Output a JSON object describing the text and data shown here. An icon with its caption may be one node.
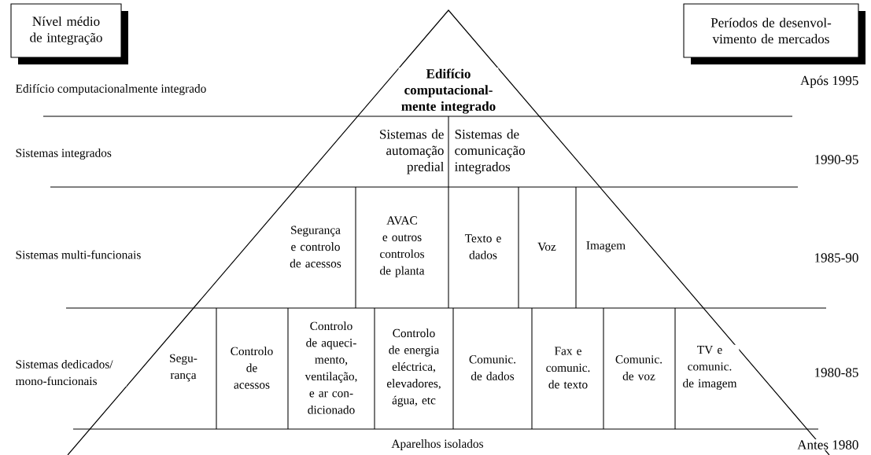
{
  "diagram": {
    "nodes": [
      {
        "text": [
          "Nível médio de integração"
        ]
      },
      {
        "text": [
          "Períodos de desenvol- vimento de mercados"
        ]
      },
      {
        "text": [
          "Edifício computacional- mente integrado"
        ]
      },
      {
        "text": [
          "Sistemas de automação predial"
        ]
      },
      {
        "text": [
          "Sistemas de comunicação integrados"
        ]
      },
      {
        "text": [
          "Segurança e controlo de acessos"
        ]
      },
      {
        "text": [
          "AVAC e outros controlos de planta"
        ]
      },
      {
        "text": [
          "Texto e dados"
        ]
      },
      {
        "text": [
          "Voz"
        ]
      },
      {
        "text": [
          "Imagem"
        ]
      },
      {
        "text": [
          "Segu- rança"
        ]
      },
      {
        "text": [
          "Controlo de acessos"
        ]
      },
      {
        "text": [
          "Controlo de aqueci- mento, ventilação, e ar con- dicionado"
        ]
      },
      {
        "text": [
          "Controlo de energia eléctrica, elevadores, água, etc"
        ]
      },
      {
        "text": [
          "Comunic. de dados"
        ]
      },
      {
        "text": [
          "Fax e comunic. de texto"
        ]
      },
      {
        "text": [
          "Comunic. de voz"
        ]
      },
      {
        "text": [
          "TV e comunic. de imagem"
        ]
      }
    ],
    "labels": [
      "Edifício computacionalmente integrado",
      "Após 1995",
      "Sistemas integrados",
      "1990-95",
      "Sistemas multi-funcionais",
      "1985-90",
      "Sistemas dedicados/ mono-funcionais",
      "1980-85",
      "Aparelhos isolados",
      "Antes 1980"
    ]
  }
}
